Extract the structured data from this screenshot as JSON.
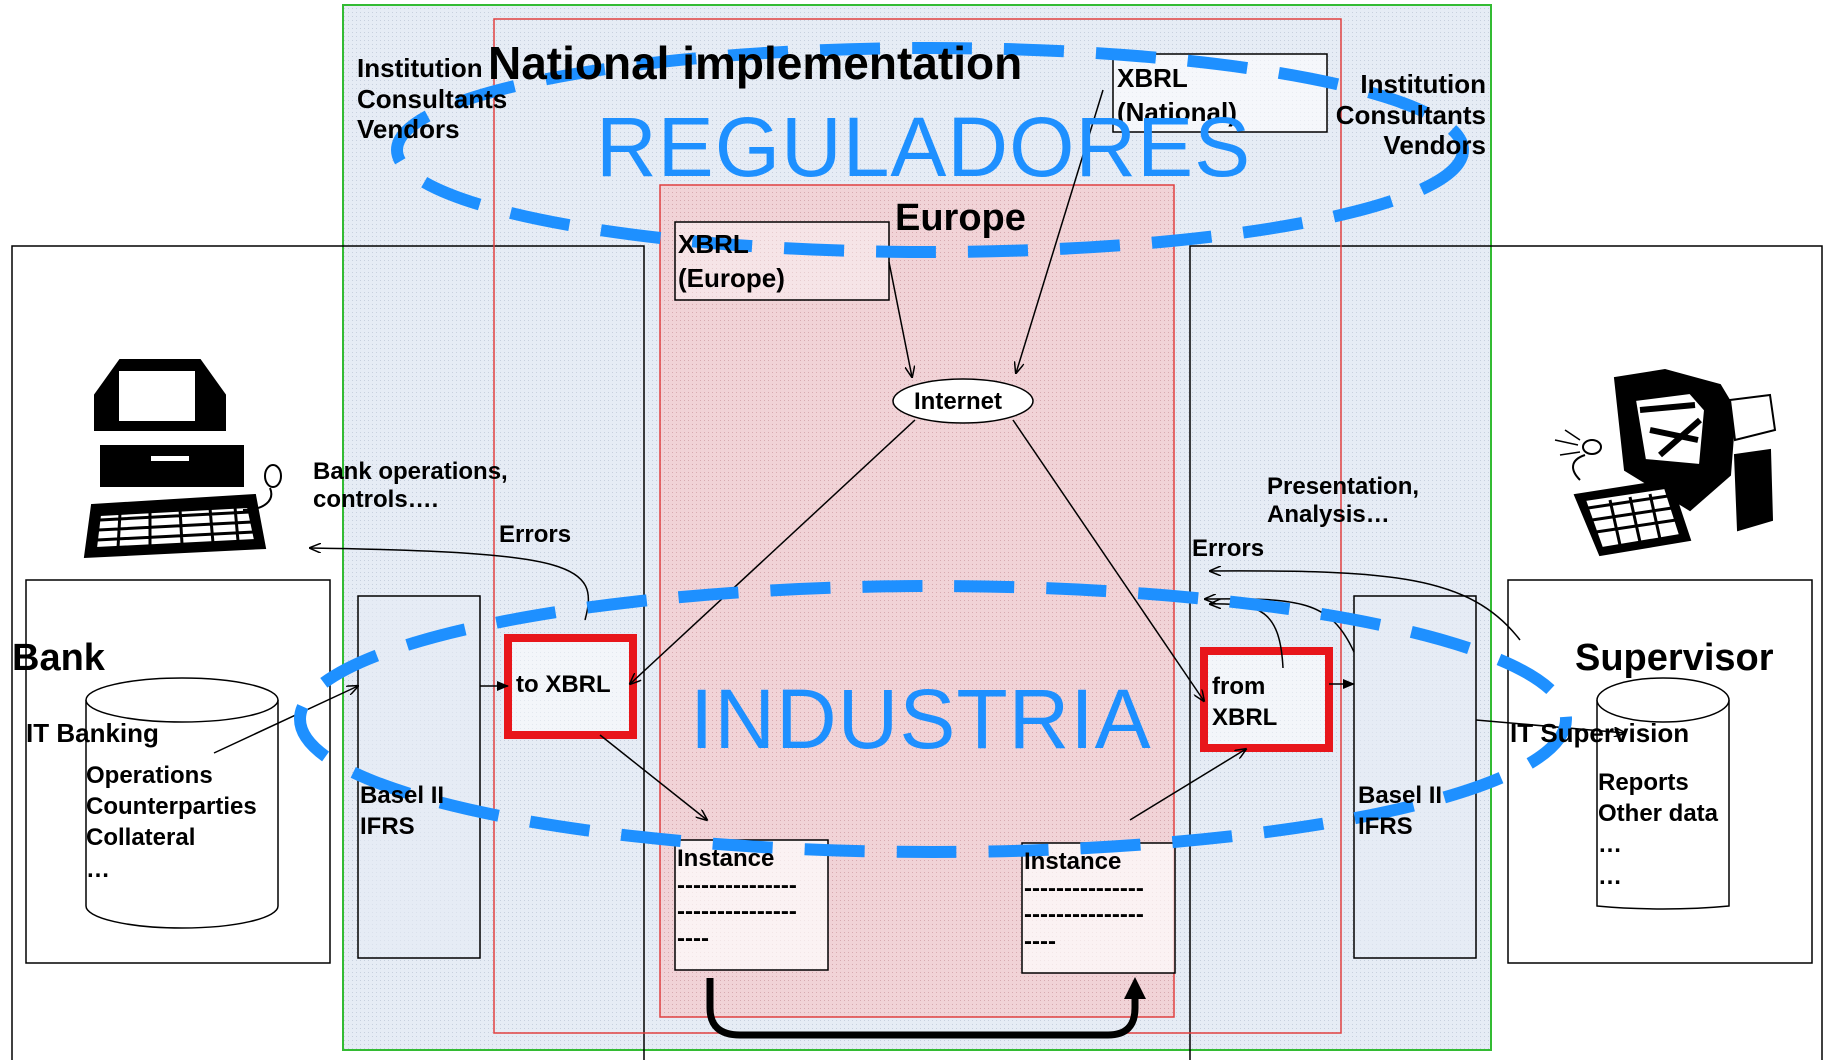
{
  "regions": {
    "national": "National implementation",
    "europe": "Europe"
  },
  "stakeholders": {
    "left": "Institution\nConsultants\nVendors",
    "right": "Institution\nConsultants\nVendors"
  },
  "xbrl_sources": {
    "national": "XBRL\n(National)",
    "europe": "XBRL\n(Europe)"
  },
  "network": {
    "label": "Internet"
  },
  "bank": {
    "title": "Bank",
    "system": "IT Banking",
    "data": "Operations\nCounterparties\nCollateral\n…",
    "activity": "Bank operations,\ncontrols…."
  },
  "supervisor": {
    "title": "Supervisor",
    "system": "IT Supervision",
    "data": "Reports\nOther data\n…\n…",
    "activity": "Presentation,\nAnalysis…"
  },
  "frameworks": {
    "left": "Basel II\nIFRS",
    "right": "Basel II\nIFRS"
  },
  "converters": {
    "to": "to XBRL",
    "from": "from\nXBRL"
  },
  "errors": {
    "left": "Errors",
    "right": "Errors"
  },
  "instances": {
    "left": {
      "title": "Instance",
      "body": "---------------\n---------------\n----"
    },
    "right": {
      "title": "Instance",
      "body": "---------------\n---------------\n----"
    }
  },
  "overlays": {
    "top": "REGULADORES",
    "bottom": "INDUSTRIA"
  },
  "colors": {
    "overlay_blue": "#1e90ff",
    "highlight_red": "#e8161b",
    "outer_region_border": "#33bb33",
    "outer_region_fill": "#e8eef6",
    "europe_fill": "#f0d2d6",
    "region_border": "#e04040"
  }
}
